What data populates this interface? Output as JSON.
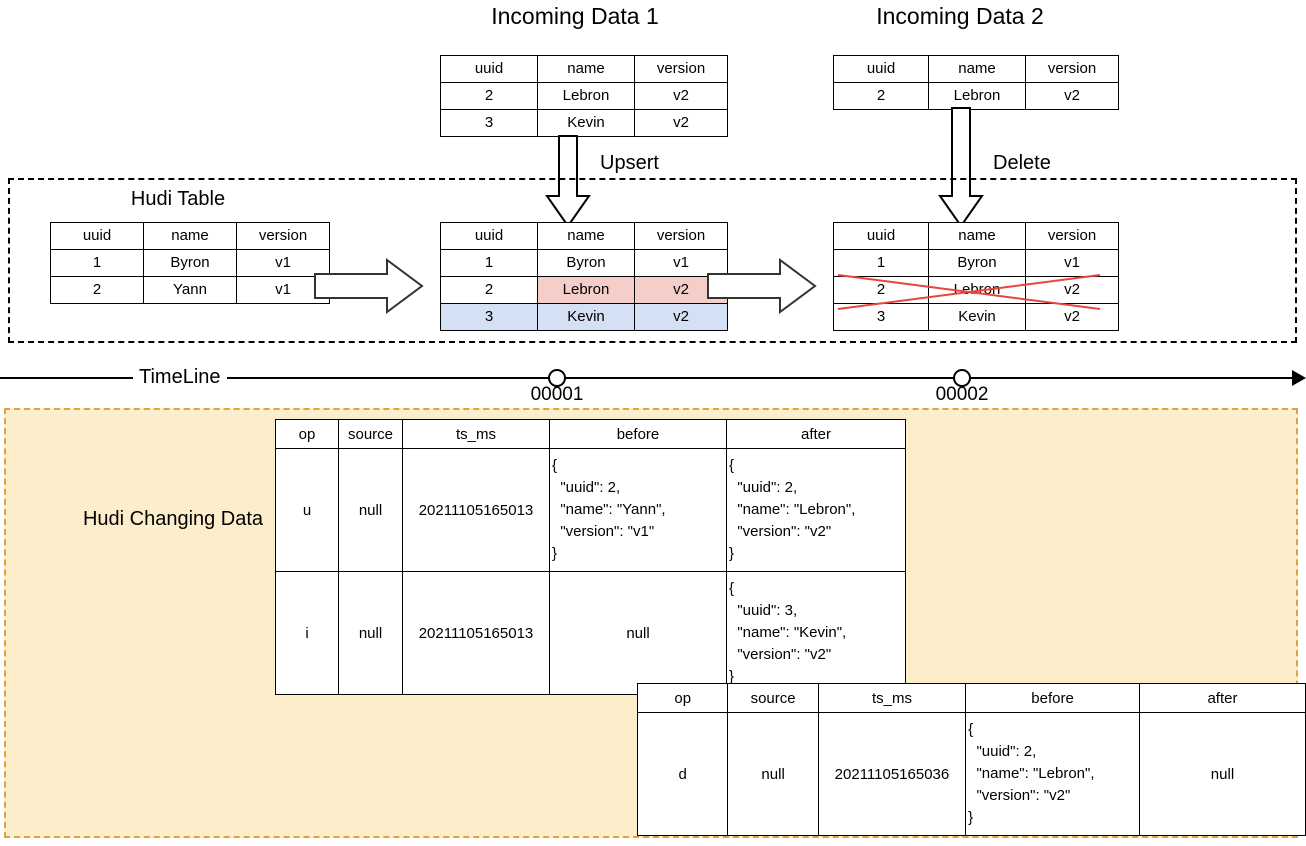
{
  "diagram": {
    "title_incoming_1": "Incoming Data 1",
    "title_incoming_2": "Incoming Data 2",
    "hudi_table_title": "Hudi Table",
    "upsert_label": "Upsert",
    "delete_label": "Delete",
    "timeline_label": "TimeLine",
    "changing_data_label": "Hudi Changing Data",
    "colors": {
      "highlight_update": "#f5cdc9",
      "highlight_insert": "#d4e1f4",
      "strike": "#e8453c",
      "panel_fill": "#fdeecb",
      "panel_border": "#d9a441"
    }
  },
  "timeline": {
    "ticks": [
      {
        "label": "00001"
      },
      {
        "label": "00002"
      }
    ]
  },
  "tables": {
    "columns": [
      "uuid",
      "name",
      "version"
    ],
    "incoming_1": [
      [
        "2",
        "Lebron",
        "v2"
      ],
      [
        "3",
        "Kevin",
        "v2"
      ]
    ],
    "incoming_2": [
      [
        "2",
        "Lebron",
        "v2"
      ]
    ],
    "hudi_initial": [
      [
        "1",
        "Byron",
        "v1"
      ],
      [
        "2",
        "Yann",
        "v1"
      ]
    ],
    "hudi_after_upsert": [
      [
        "1",
        "Byron",
        "v1"
      ],
      [
        "2",
        "Lebron",
        "v2"
      ],
      [
        "3",
        "Kevin",
        "v2"
      ]
    ],
    "hudi_after_delete": [
      [
        "1",
        "Byron",
        "v1"
      ],
      [
        "2",
        "Lebron",
        "v2"
      ],
      [
        "3",
        "Kevin",
        "v2"
      ]
    ]
  },
  "cdc": {
    "columns": [
      "op",
      "source",
      "ts_ms",
      "before",
      "after"
    ],
    "upsert_rows": [
      {
        "op": "u",
        "source": "null",
        "ts_ms": "20211105165013",
        "before": "{\n  \"uuid\": 2,\n  \"name\": \"Yann\",\n  \"version\": \"v1\"\n}",
        "after": "{\n  \"uuid\": 2,\n  \"name\": \"Lebron\",\n  \"version\": \"v2\"\n}"
      },
      {
        "op": "i",
        "source": "null",
        "ts_ms": "20211105165013",
        "before": "null",
        "after": "{\n  \"uuid\": 3,\n  \"name\": \"Kevin\",\n  \"version\": \"v2\"\n}"
      }
    ],
    "delete_rows": [
      {
        "op": "d",
        "source": "null",
        "ts_ms": "20211105165036",
        "before": "{\n  \"uuid\": 2,\n  \"name\": \"Lebron\",\n  \"version\": \"v2\"\n}",
        "after": "null"
      }
    ]
  }
}
